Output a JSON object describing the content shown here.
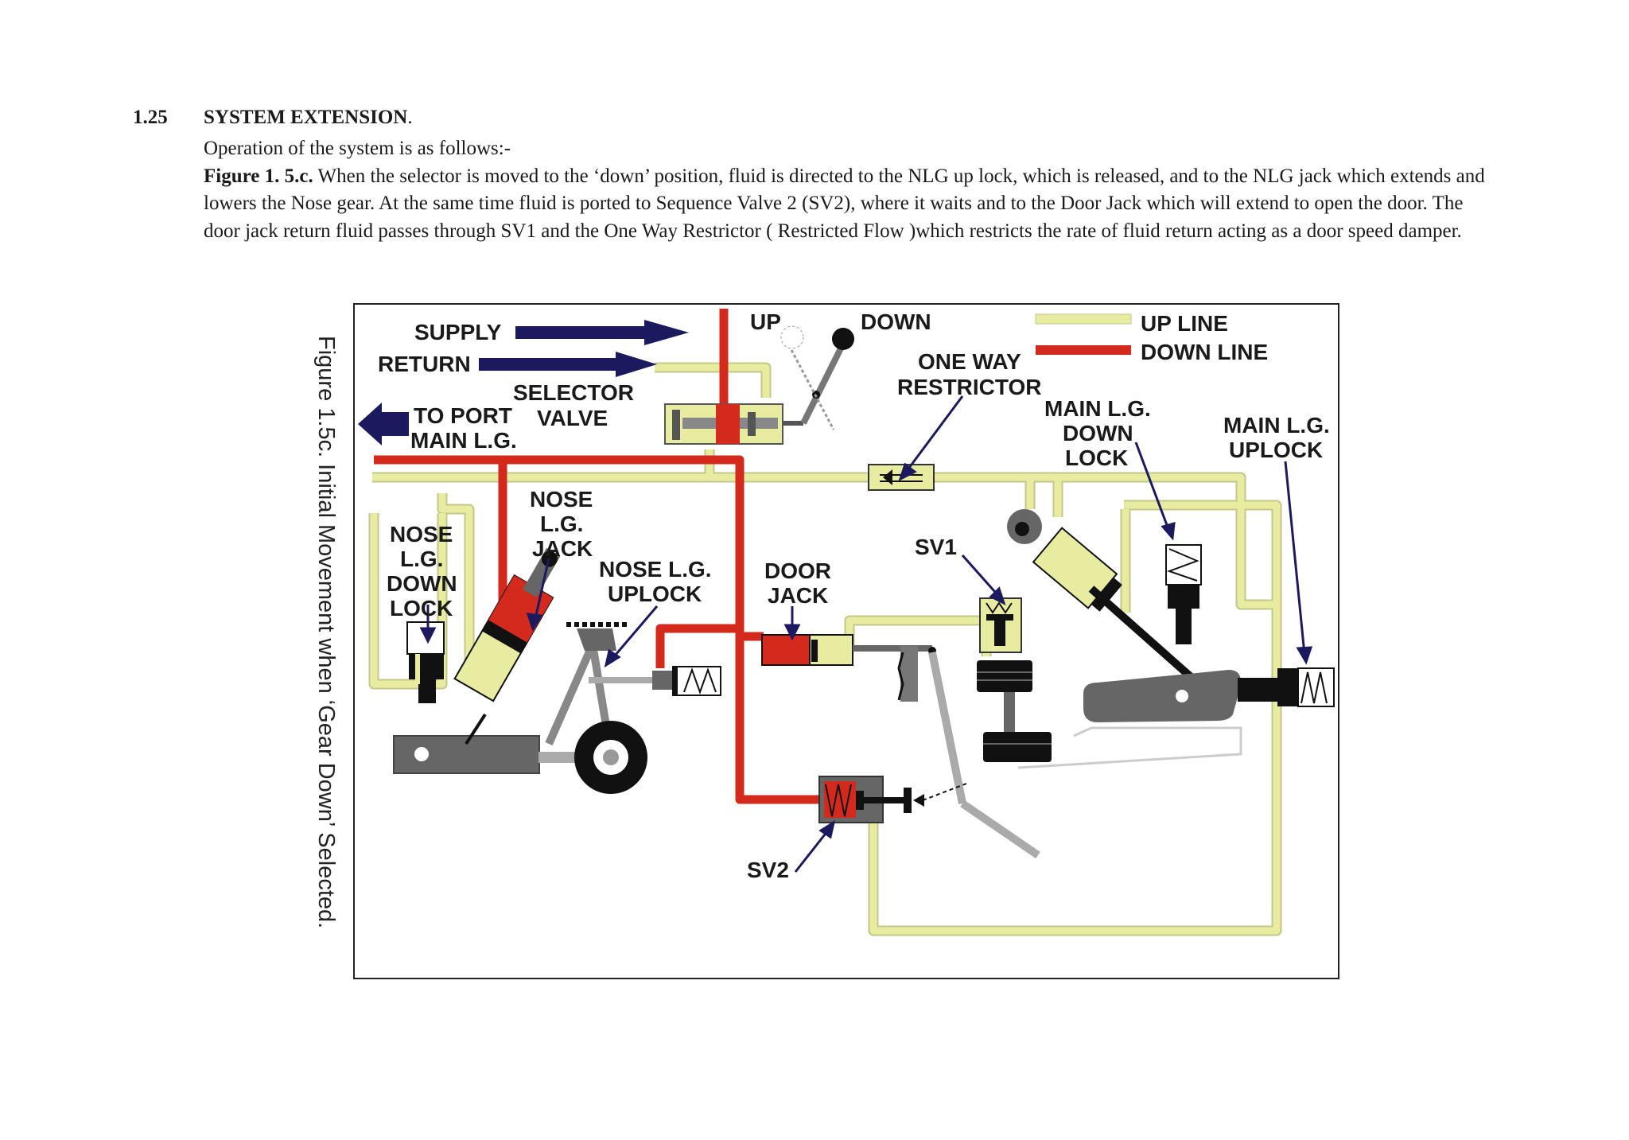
{
  "section": {
    "number": "1.25",
    "title": "SYSTEM EXTENSION",
    "title_suffix": ".",
    "intro": "Operation of the system is as follows:-",
    "figure_ref": "Figure 1. 5.c.",
    "body": " When the selector is moved to the ‘down’ position, fluid is directed to the NLG up lock, which is released, and to the NLG jack which extends and lowers the Nose gear.  At the same time fluid is ported to Sequence Valve 2 (SV2), where it waits and to the Door Jack which will extend to open the door.  The door jack return fluid passes through SV1 and the One Way Restrictor ( Restricted Flow )which restricts the rate of fluid return acting as a door speed damper."
  },
  "figure": {
    "caption": "Figure 1.5c. Initial Movement when ‘Gear Down’ Selected.",
    "colors": {
      "up_line": "#e8eca0",
      "down_line": "#d42a1e",
      "arrow": "#1c1a5e",
      "component": "#6e6e6e"
    },
    "labels": {
      "supply": "SUPPLY",
      "return": "RETURN",
      "to_port_1": "TO PORT",
      "to_port_2": "MAIN L.G.",
      "selector_1": "SELECTOR",
      "selector_2": "VALVE",
      "up": "UP",
      "down": "DOWN",
      "one_way_1": "ONE WAY",
      "one_way_2": "RESTRICTOR",
      "legend_up": "UP LINE",
      "legend_down": "DOWN LINE",
      "main_down_lock_1": "MAIN L.G.",
      "main_down_lock_2": "DOWN",
      "main_down_lock_3": "LOCK",
      "main_uplock_1": "MAIN L.G.",
      "main_uplock_2": "UPLOCK",
      "nose_down_lock_1": "NOSE",
      "nose_down_lock_2": "L.G.",
      "nose_down_lock_3": "DOWN",
      "nose_down_lock_4": "LOCK",
      "nose_jack_1": "NOSE",
      "nose_jack_2": "L.G.",
      "nose_jack_3": "JACK",
      "nose_uplock_1": "NOSE L.G.",
      "nose_uplock_2": "UPLOCK",
      "door_jack_1": "DOOR",
      "door_jack_2": "JACK",
      "sv1": "SV1",
      "sv2": "SV2"
    }
  }
}
